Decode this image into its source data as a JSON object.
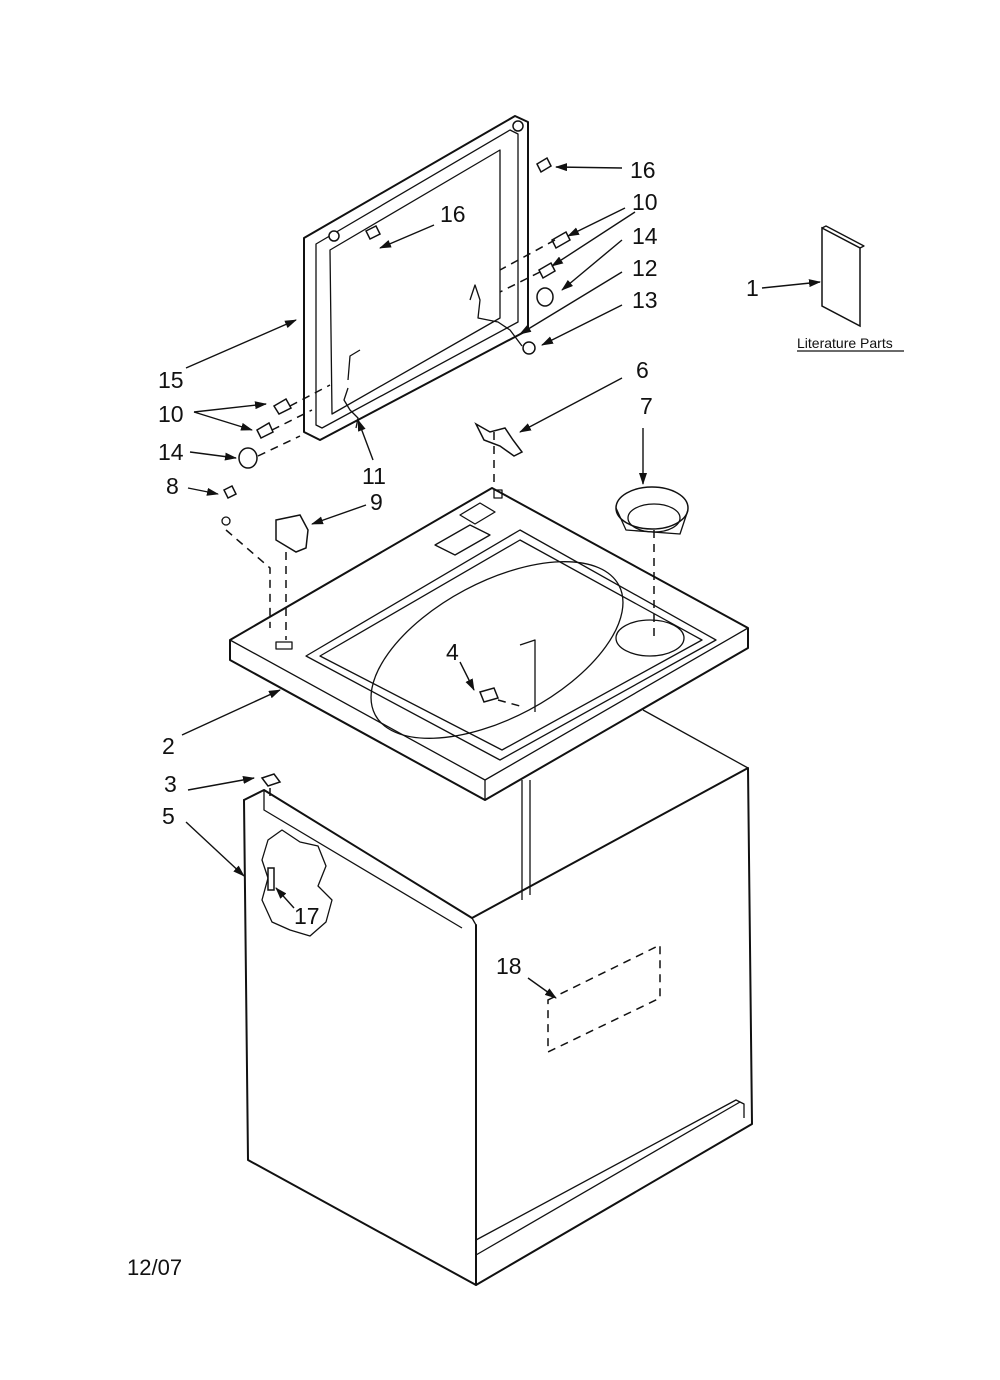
{
  "diagram": {
    "callouts": [
      "1",
      "2",
      "3",
      "4",
      "5",
      "6",
      "7",
      "8",
      "9",
      "10",
      "10",
      "11",
      "12",
      "13",
      "14",
      "14",
      "15",
      "16",
      "16",
      "17",
      "18"
    ],
    "literature_label": "Literature Parts",
    "date_code": "12/07"
  }
}
